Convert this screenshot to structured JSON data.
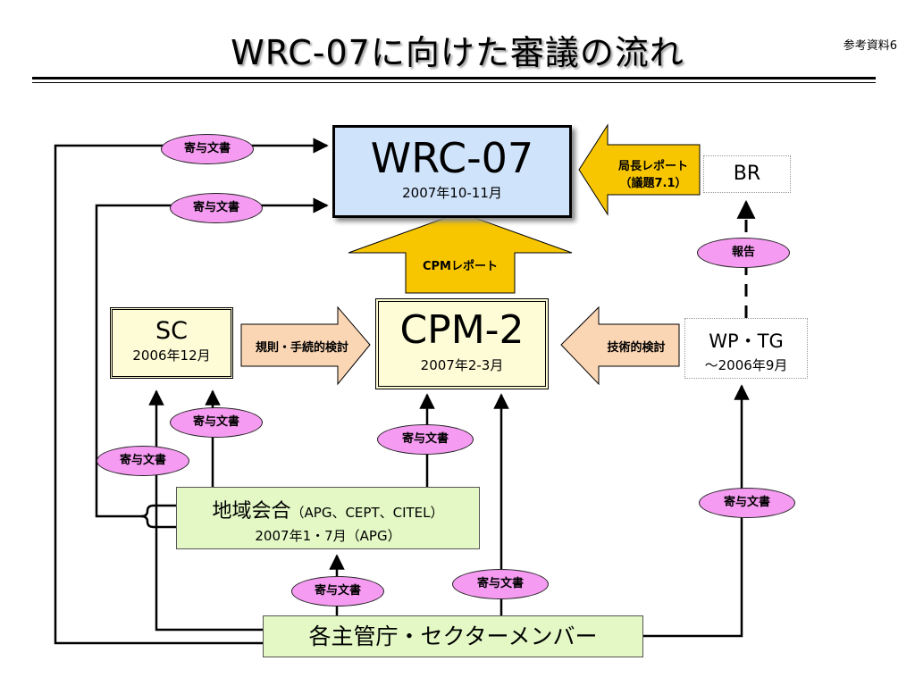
{
  "header": {
    "title": "WRC-07に向けた審議の流れ",
    "ref_label": "参考資料6"
  },
  "nodes": {
    "wrc": {
      "name": "WRC-07",
      "date": "2007年10-11月"
    },
    "cpm": {
      "name": "CPM-2",
      "date": "2007年2-3月"
    },
    "sc": {
      "name": "SC",
      "date": "2006年12月"
    },
    "br": {
      "name": "BR"
    },
    "wp": {
      "name": "WP・TG",
      "date": "～2006年9月"
    },
    "regional": {
      "name": "地域会合",
      "parenthetical": "（APG、CEPT、CITEL）",
      "date": "2007年1・7月（APG）"
    },
    "members": {
      "name": "各主管庁・セクターメンバー"
    }
  },
  "arrows": {
    "cpm_report": "CPMレポート",
    "director_report_line1": "局長レポート",
    "director_report_line2": "（議題7.1）",
    "rules_review": "規則・手続的検討",
    "tech_review": "技術的検討"
  },
  "labels": {
    "contribution": "寄与文書",
    "report": "報告"
  },
  "colors": {
    "wrc_fill": "#cfe3fb",
    "cpm_fill": "#fefcd6",
    "member_fill": "#e3f8c4",
    "oval_fill": "#f59bf1",
    "yellow_arrow": "#f7c600",
    "peach_arrow": "#fbd6b5"
  }
}
